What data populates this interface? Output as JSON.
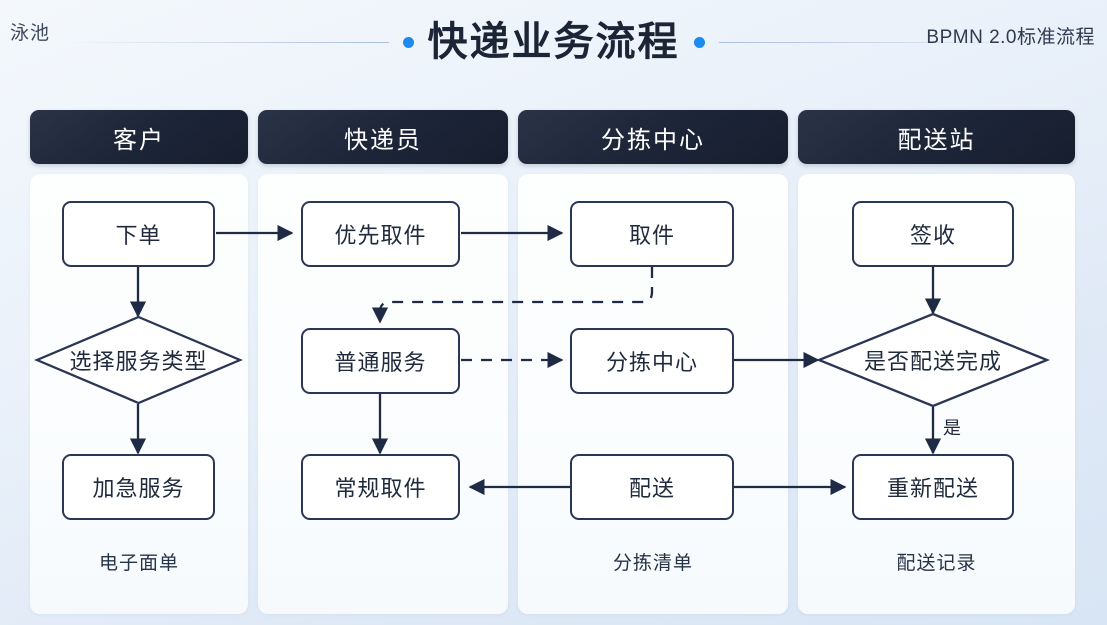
{
  "header": {
    "pool_label": "泳池",
    "title": "快递业务流程",
    "subtitle": "BPMN 2.0标准流程",
    "accent_color": "#1d8af0"
  },
  "lanes": [
    {
      "name": "客户",
      "caption": "电子面单"
    },
    {
      "name": "快递员",
      "caption": ""
    },
    {
      "name": "分拣中心",
      "caption": "分拣清单"
    },
    {
      "name": "配送站",
      "caption": "配送记录"
    }
  ],
  "nodes": [
    {
      "id": "n1",
      "label": "下单",
      "lane": 0,
      "shape": "rect"
    },
    {
      "id": "n2",
      "label": "选择服务类型",
      "lane": 0,
      "shape": "diamond"
    },
    {
      "id": "n3",
      "label": "加急服务",
      "lane": 0,
      "shape": "rect"
    },
    {
      "id": "n4",
      "label": "优先取件",
      "lane": 1,
      "shape": "rect"
    },
    {
      "id": "n5",
      "label": "普通服务",
      "lane": 1,
      "shape": "rect"
    },
    {
      "id": "n6",
      "label": "常规取件",
      "lane": 1,
      "shape": "rect"
    },
    {
      "id": "n7",
      "label": "取件",
      "lane": 2,
      "shape": "rect"
    },
    {
      "id": "n8",
      "label": "分拣中心",
      "lane": 2,
      "shape": "rect"
    },
    {
      "id": "n9",
      "label": "配送",
      "lane": 2,
      "shape": "rect"
    },
    {
      "id": "n10",
      "label": "签收",
      "lane": 3,
      "shape": "rect"
    },
    {
      "id": "n11",
      "label": "是否配送完成",
      "lane": 3,
      "shape": "diamond"
    },
    {
      "id": "n12",
      "label": "重新配送",
      "lane": 3,
      "shape": "rect"
    }
  ],
  "edge_labels": {
    "decision_yes": "是"
  },
  "node_style": {
    "fill": "#ffffff",
    "stroke": "#2b3654"
  },
  "lane_header_text_color": "#ffffff"
}
